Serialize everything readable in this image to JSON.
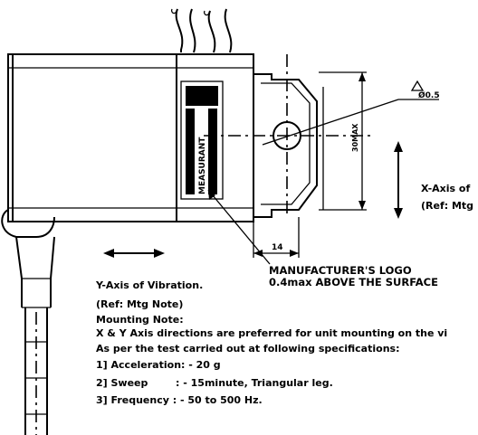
{
  "dimensions": {
    "width_14": "14",
    "height_vertical": "30MAX",
    "tolerance_callout": "Ø0.5"
  },
  "logo": {
    "brand_text": "MEASURANT"
  },
  "x_axis": {
    "title": "X-Axis of",
    "ref": "(Ref: Mtg"
  },
  "y_axis": {
    "title": "Y-Axis of Vibration.",
    "ref": "(Ref: Mtg Note)"
  },
  "logo_callout": {
    "line1": "MANUFACTURER'S LOGO",
    "line2": "0.4max ABOVE THE SURFACE"
  },
  "mounting_note": {
    "heading": "Mounting Note:",
    "line1": "X & Y Axis directions are preferred for unit mounting on the vi",
    "line2": "As per the test carried out at following specifications:",
    "spec1": "1] Acceleration: - 20 g",
    "spec2": "2] Sweep        : - 15minute, Triangular leg.",
    "spec3": "3] Frequency  : - 50 to 500 Hz."
  },
  "colors": {
    "ink": "#000000",
    "paper": "#ffffff"
  }
}
